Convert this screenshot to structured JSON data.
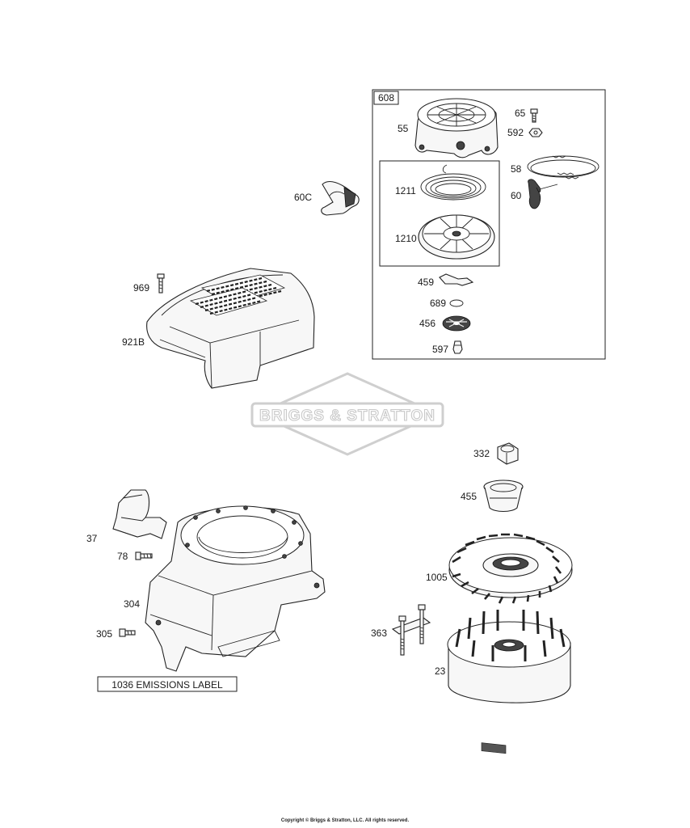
{
  "labels": {
    "p608": "608",
    "p55": "55",
    "p65": "65",
    "p592": "592",
    "p58": "58",
    "p60": "60",
    "p1211": "1211",
    "p1210": "1210",
    "p60C": "60C",
    "p969": "969",
    "p921B": "921B",
    "p459": "459",
    "p689": "689",
    "p456": "456",
    "p597": "597",
    "p332": "332",
    "p455": "455",
    "p1005": "1005",
    "p363": "363",
    "p23": "23",
    "p37": "37",
    "p78": "78",
    "p304": "304",
    "p305": "305"
  },
  "emissions_label": "1036 EMISSIONS LABEL",
  "watermark": "BRIGGS & STRATTON",
  "copyright": "Copyright © Briggs & Stratton, LLC. All rights reserved."
}
